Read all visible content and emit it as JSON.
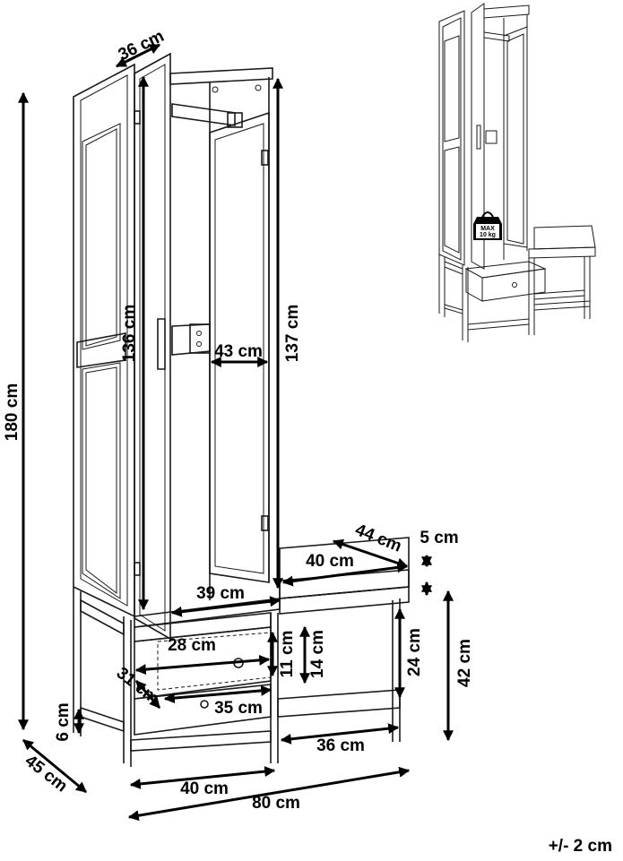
{
  "dimensions": {
    "height_total": "180 cm",
    "depth_wardrobe": "45 cm",
    "door_depth": "36 cm",
    "door_height": "136 cm",
    "inner_height": "137 cm",
    "inner_width": "43 cm",
    "compartment_width": "39 cm",
    "drawer_width": "28 cm",
    "drawer_depth": "31 cm",
    "drawer_bottom": "35 cm",
    "drawer_height": "11 cm",
    "drawer_space": "14 cm",
    "bench_depth": "44 cm",
    "bench_width": "40 cm",
    "cushion": "5 cm",
    "shelf_height": "24 cm",
    "bench_height": "42 cm",
    "leg": "6 cm",
    "bench_lower_width": "36 cm",
    "wardrobe_width": "40 cm",
    "total_width": "80 cm"
  },
  "weight_label": {
    "line1": "MAX",
    "line2": "10 kg"
  },
  "tolerance": "+/- 2 cm"
}
